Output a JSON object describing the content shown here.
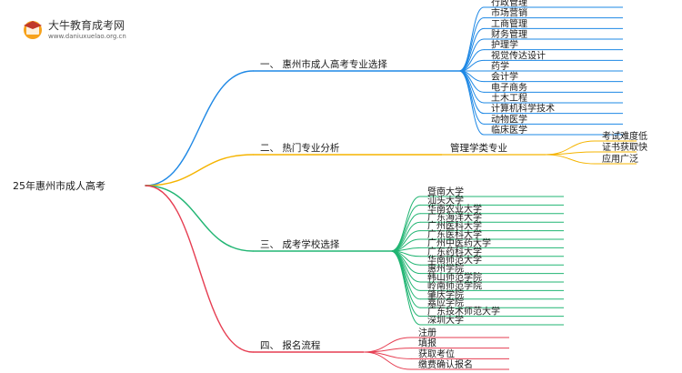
{
  "logo": {
    "title": "大牛教育成考网",
    "url": "www.daniuxuelao.org.cn"
  },
  "root": "25年惠州市成人高考",
  "branches": [
    {
      "label": "一、 惠州市成人高考专业选择",
      "color": "#1e88e5",
      "children": [
        "行政管理",
        "市场营销",
        "工商管理",
        "财务管理",
        "护理学",
        "视觉传达设计",
        "药学",
        "会计学",
        "电子商务",
        "土木工程",
        "计算机科学技术",
        "动物医学",
        "临床医学"
      ]
    },
    {
      "label": "二、 热门专业分析",
      "color": "#f5b400",
      "mid": "管理学类专业",
      "children": [
        "考试难度低",
        "证书获取快",
        "应用广泛"
      ]
    },
    {
      "label": "三、 成考学校选择",
      "color": "#21b573",
      "children": [
        "暨南大学",
        "汕头大学",
        "华南农业大学",
        "广东海洋大学",
        "广州医科大学",
        "广东医科大学",
        "广州中医药大学",
        "广东药科大学",
        "华南师范大学",
        "惠州学院",
        "韩山师范学院",
        "岭南师范学院",
        "肇庆学院",
        "嘉应学院",
        "广东技术师范大学",
        "深圳大学"
      ]
    },
    {
      "label": "四、 报名流程",
      "color": "#e63e52",
      "children": [
        "注册",
        "填报",
        "获取考位",
        "缴费确认报名"
      ]
    }
  ]
}
